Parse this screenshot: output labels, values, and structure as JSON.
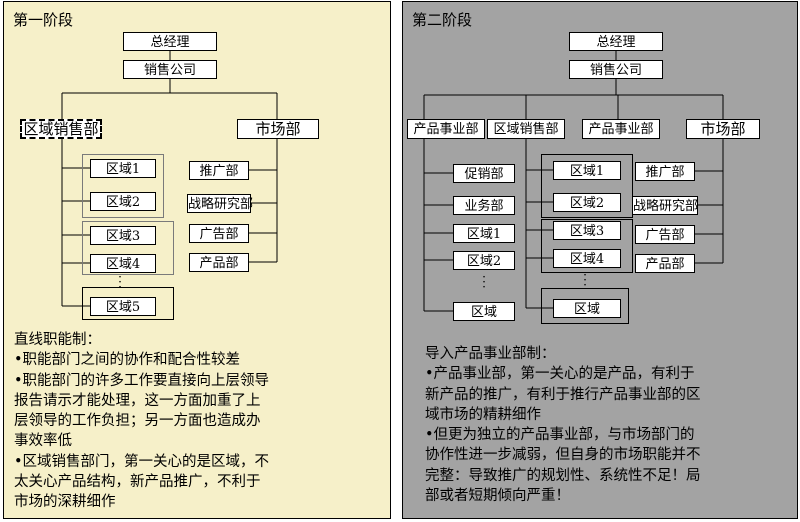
{
  "stage1": {
    "title": "第一阶段",
    "gm": "总经理",
    "company": "销售公司",
    "regional_sales": "区域销售部",
    "market": "市场部",
    "regions": [
      "区域1",
      "区域2",
      "区域3",
      "区域4",
      "区域5"
    ],
    "market_units": [
      "推广部",
      "战略研究部",
      "广告部",
      "产品部"
    ],
    "desc_title": "直线职能制：",
    "desc_lines": [
      "•职能部门之间的协作和配合性较差",
      "•职能部门的许多工作要直接向上层领导",
      "报告请示才能处理，这一方面加重了上",
      "层领导的工作负担；另一方面也造成办",
      "事效率低",
      "•区域销售部门，第一关心的是区域，不",
      "太关心产品结构，新产品推广，不利于",
      "市场的深耕细作"
    ]
  },
  "stage2": {
    "title": "第二阶段",
    "gm": "总经理",
    "company": "销售公司",
    "product_division_1": "产品事业部",
    "regional_sales": "区域销售部",
    "product_division_2": "产品事业部",
    "market": "市场部",
    "pd_units": [
      "促销部",
      "业务部",
      "区域1",
      "区域2",
      "区域"
    ],
    "regions": [
      "区域1",
      "区域2",
      "区域3",
      "区域4",
      "区域"
    ],
    "market_units": [
      "推广部",
      "战略研究部",
      "广告部",
      "产品部"
    ],
    "desc_title": "导入产品事业部制：",
    "desc_lines": [
      "•产品事业部，第一关心的是产品，有利于",
      "新产品的推广，有利于推行产品事业部的区",
      "域市场的精耕细作",
      "•但更为独立的产品事业部，与市场部门的",
      "协作性进一步减弱，但自身的市场职能并不",
      "完整：导致推广的规划性、系统性不足！局",
      "部或者短期倾向严重！"
    ]
  }
}
